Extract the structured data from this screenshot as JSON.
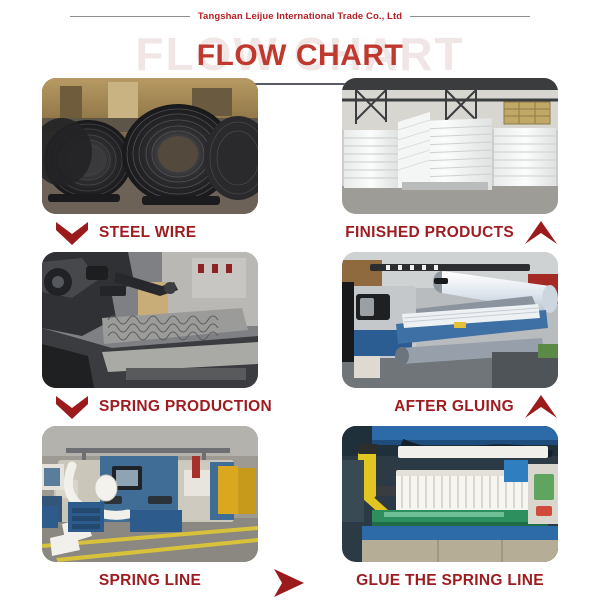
{
  "header": {
    "company_name": "Tangshan Leijue International Trade Co., Ltd"
  },
  "title": {
    "main": "FLOW CHART",
    "ghost": "FLOW CHART"
  },
  "colors": {
    "title_red": "#c0392f",
    "label_red": "#9e1b1f",
    "arrow_red": "#9b1b1c",
    "ghost": "#f0e6e6",
    "rule": "#8e8e8e",
    "underline": "#5a5a66"
  },
  "steps": [
    {
      "id": "steel-wire",
      "label": "STEEL WIRE",
      "arrow": "chevron-down",
      "arrow_side": "left",
      "photo_alt": "coils-of-steel-wire-in-warehouse"
    },
    {
      "id": "finished-products",
      "label": "FINISHED PRODUCTS",
      "arrow": "chevron-up",
      "arrow_side": "right",
      "photo_alt": "stacks-of-white-pocket-spring-units"
    },
    {
      "id": "spring-production",
      "label": "SPRING PRODUCTION",
      "arrow": "chevron-down",
      "arrow_side": "left",
      "photo_alt": "spring-coiling-machine-closeup"
    },
    {
      "id": "after-gluing",
      "label": "AFTER GLUING",
      "arrow": "chevron-up",
      "arrow_side": "right",
      "photo_alt": "gluing-laminating-machine-with-fabric-roll"
    },
    {
      "id": "spring-line",
      "label": "SPRING LINE",
      "arrow": "none",
      "arrow_side": "none",
      "photo_alt": "pocket-spring-production-line-machine"
    },
    {
      "id": "glue-the-spring-line",
      "label": "GLUE THE SPRING LINE",
      "arrow": "chevron-right",
      "arrow_side": "left",
      "photo_alt": "spring-gluing-assembly-line-machine"
    }
  ]
}
